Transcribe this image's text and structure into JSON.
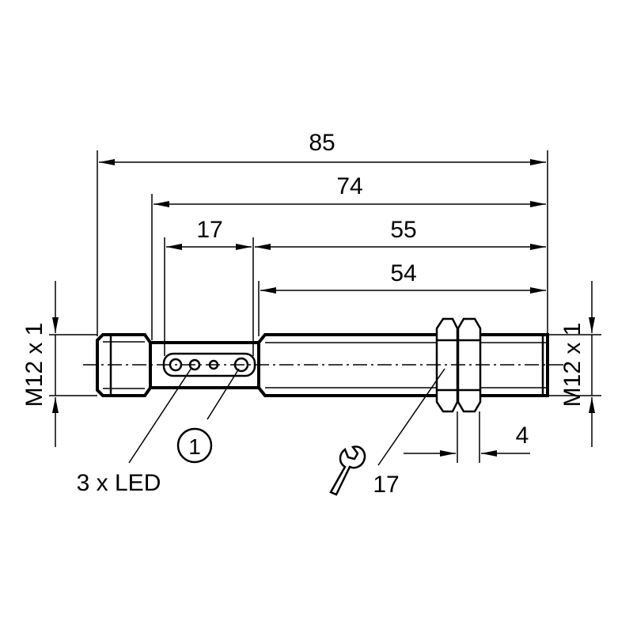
{
  "dimensions": {
    "overall_length": "85",
    "length_74": "74",
    "led_window": "17",
    "length_55": "55",
    "thread_length": "54",
    "thread_left": "M12 x 1",
    "thread_right": "M12 x 1",
    "nut_width": "4"
  },
  "labels": {
    "leds": "3 x LED",
    "callout_number": "1",
    "wrench_size": "17"
  },
  "icons": [
    "wrench-icon"
  ]
}
